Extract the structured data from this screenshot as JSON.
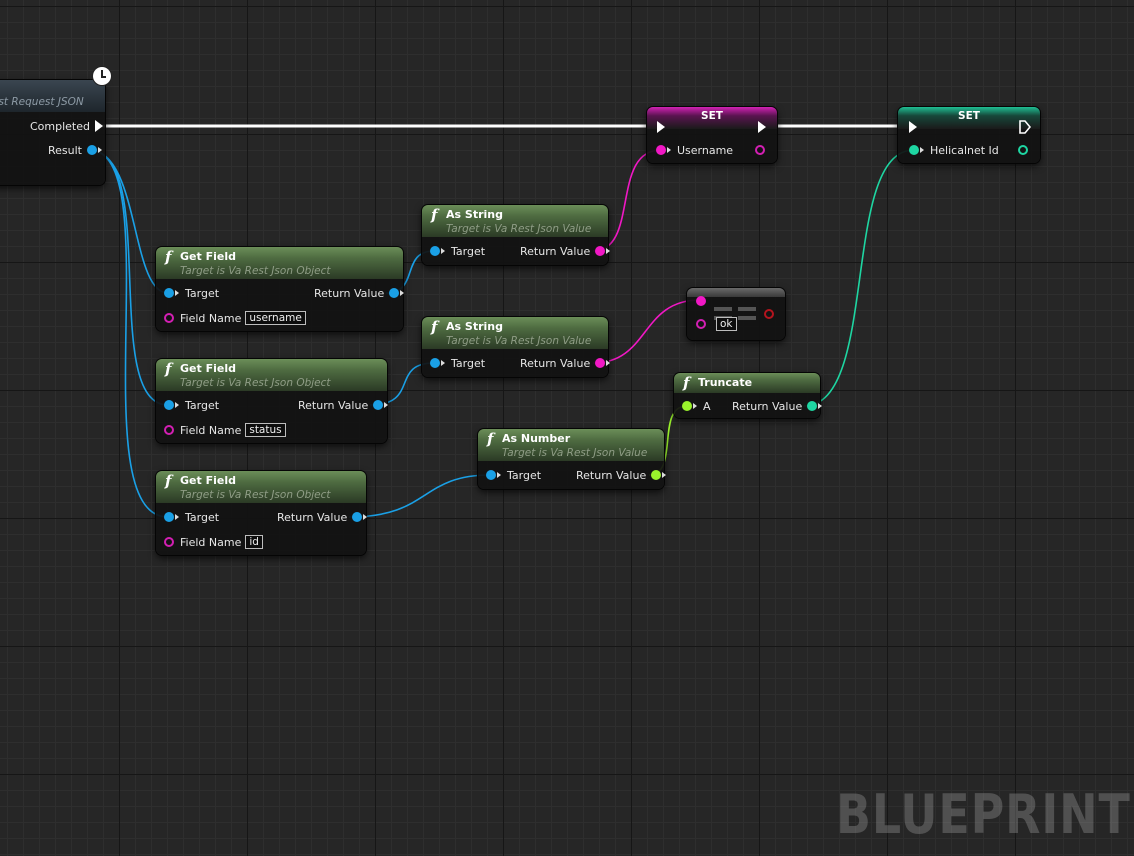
{
  "graph": {
    "watermark": "BLUEPRINT",
    "event_node": {
      "title": "est Request JSON",
      "exec_out": "Completed",
      "result_out": "Result",
      "icon": "clock-icon"
    },
    "get_field_nodes": [
      {
        "title": "Get Field",
        "subtitle": "Target is Va Rest Json Object",
        "target": "Target",
        "return_value": "Return Value",
        "field_name_label": "Field Name",
        "field_name_value": "username"
      },
      {
        "title": "Get Field",
        "subtitle": "Target is Va Rest Json Object",
        "target": "Target",
        "return_value": "Return Value",
        "field_name_label": "Field Name",
        "field_name_value": "status"
      },
      {
        "title": "Get Field",
        "subtitle": "Target is Va Rest Json Object",
        "target": "Target",
        "return_value": "Return Value",
        "field_name_label": "Field Name",
        "field_name_value": "id"
      }
    ],
    "as_string_nodes": [
      {
        "title": "As String",
        "subtitle": "Target is Va Rest Json Value",
        "target": "Target",
        "return_value": "Return Value"
      },
      {
        "title": "As String",
        "subtitle": "Target is Va Rest Json Value",
        "target": "Target",
        "return_value": "Return Value"
      }
    ],
    "as_number_node": {
      "title": "As Number",
      "subtitle": "Target is Va Rest Json Value",
      "target": "Target",
      "return_value": "Return Value"
    },
    "truncate_node": {
      "title": "Truncate",
      "input": "A",
      "return_value": "Return Value"
    },
    "compare_node": {
      "value": "ok"
    },
    "set_nodes": [
      {
        "title": "SET",
        "variable": "Username"
      },
      {
        "title": "SET",
        "variable": "Helicalnet Id"
      }
    ],
    "function_icon": "f-icon",
    "colors": {
      "exec": "#ffffff",
      "object_pin": "#1aa0e6",
      "string_pin": "#f118c5",
      "float_pin": "#9af22c",
      "integer_pin": "#1ed6a2",
      "pure_header": "#4e6b41"
    }
  }
}
